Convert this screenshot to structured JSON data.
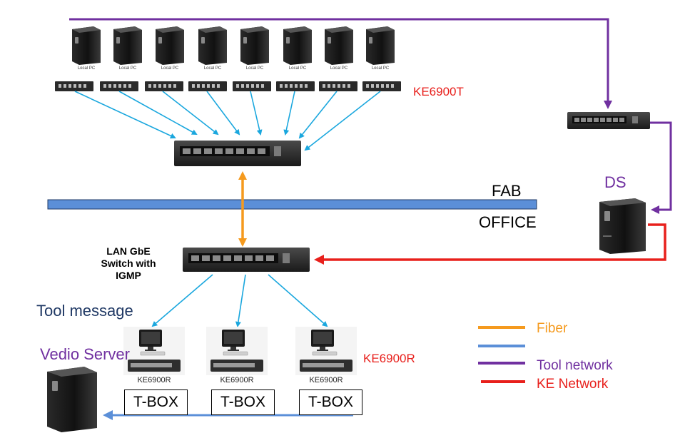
{
  "labels": {
    "ke6900t": "KE6900T",
    "fab": "FAB",
    "office": "OFFICE",
    "ds": "DS",
    "switch_line1": "LAN GbE",
    "switch_line2": "Switch with",
    "switch_line3": "IGMP",
    "tool_message": "Tool message",
    "vedio_server": "Vedio Server",
    "ke6900r": "KE6900R",
    "local_pc": "Local PC",
    "receiver_caption": "KE6900R",
    "tbox": "T-BOX"
  },
  "legend": [
    {
      "label": "Fiber",
      "color": "#f59a1e"
    },
    {
      "label": "",
      "color": "#5b8fd8"
    },
    {
      "label": "Tool network",
      "color": "#7030a0"
    },
    {
      "label": "KE Network",
      "color": "#e8201c"
    }
  ],
  "colors": {
    "fiber": "#f59a1e",
    "tool_network": "#7030a0",
    "ke_network": "#e8201c",
    "lan_arrow": "#1aa7de",
    "video_link": "#5b8fd8",
    "fab_bar": "#5b8fd8"
  }
}
